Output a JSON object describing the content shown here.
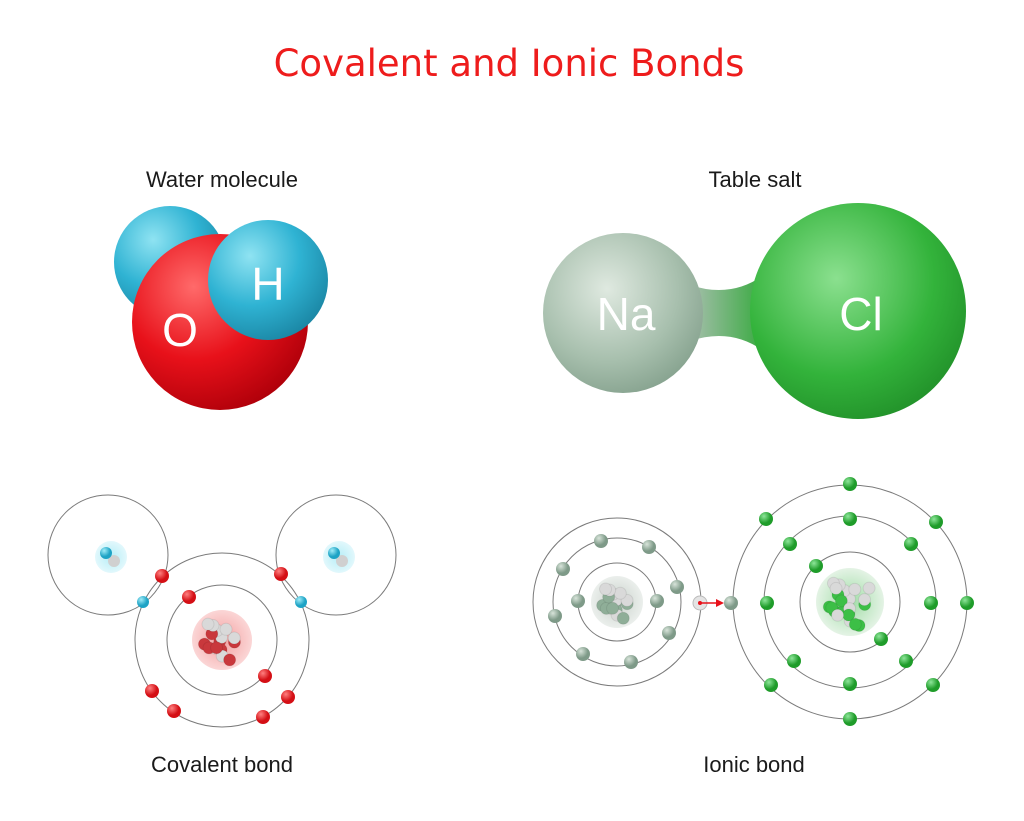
{
  "title": "Covalent and Ionic Bonds",
  "water": {
    "label": "Water molecule",
    "oxygen": "O",
    "hydrogen": "H"
  },
  "salt": {
    "label": "Table salt",
    "sodium": "Na",
    "chlorine": "Cl"
  },
  "covalent": {
    "label": "Covalent bond"
  },
  "ionic": {
    "label": "Ionic bond"
  },
  "colors": {
    "title": "#ee1c1c",
    "oxygen": "#e8111a",
    "hydrogen": "#2fb3d3",
    "sodium": "#9fb8a6",
    "chlorine": "#2ea836",
    "orbit": "#777777",
    "arrow": "#e8111a"
  }
}
